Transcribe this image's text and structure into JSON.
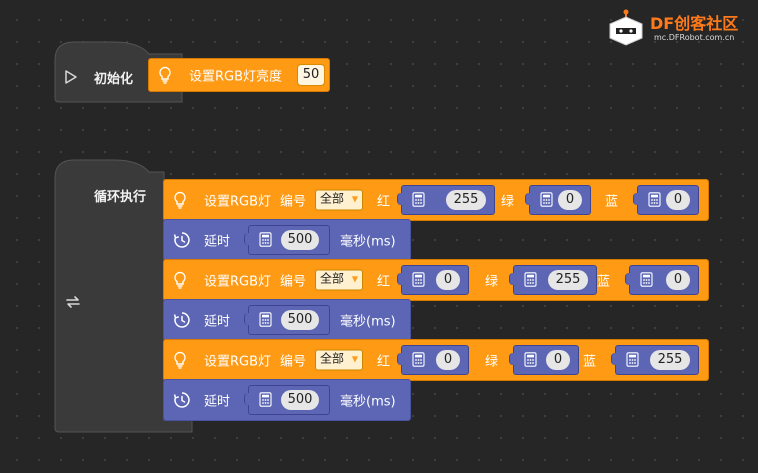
{
  "brand": {
    "logo_text": "DF创客社区",
    "url": "mc.DFRobot.com.cn",
    "accent": "#ff7a1a"
  },
  "init_block": {
    "label": "初始化",
    "icon": "play-icon",
    "statement": {
      "text": "设置RGB灯亮度",
      "value": "50"
    }
  },
  "loop_block": {
    "label": "循环执行",
    "icon": "loop-arrows-icon",
    "statements": [
      {
        "type": "set_rgb",
        "text": "设置RGB灯",
        "number_label": "编号",
        "dropdown": "全部",
        "red_label": "红",
        "red": "255",
        "green_label": "绿",
        "green": "0",
        "blue_label": "蓝",
        "blue": "0"
      },
      {
        "type": "delay",
        "label": "延时",
        "value": "500",
        "unit": "毫秒(ms)"
      },
      {
        "type": "set_rgb",
        "text": "设置RGB灯",
        "number_label": "编号",
        "dropdown": "全部",
        "red_label": "红",
        "red": "0",
        "green_label": "绿",
        "green": "255",
        "blue_label": "蓝",
        "blue": "0"
      },
      {
        "type": "delay",
        "label": "延时",
        "value": "500",
        "unit": "毫秒(ms)"
      },
      {
        "type": "set_rgb",
        "text": "设置RGB灯",
        "number_label": "编号",
        "dropdown": "全部",
        "red_label": "红",
        "red": "0",
        "green_label": "绿",
        "green": "0",
        "blue_label": "蓝",
        "blue": "255"
      },
      {
        "type": "delay",
        "label": "延时",
        "value": "500",
        "unit": "毫秒(ms)"
      }
    ]
  },
  "colors": {
    "background": "#262626",
    "grey_block": "#3a3a3a",
    "orange_block": "#ff9a14",
    "blue_block": "#5c66b5"
  }
}
